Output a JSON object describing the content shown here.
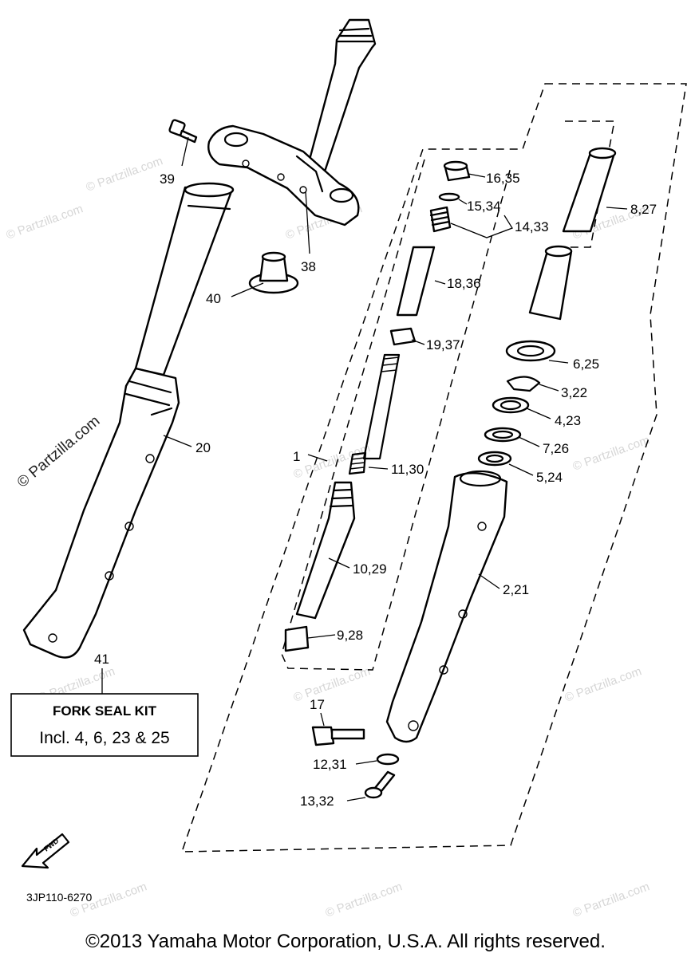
{
  "diagram_code": "3JP110-6270",
  "copyright": "©2013 Yamaha Motor Corporation, U.S.A. All rights reserved.",
  "watermark": "© Partzilla.com",
  "fwd_label": "FWD",
  "kit": {
    "number": "41",
    "title": "FORK SEAL KIT",
    "contents": "Incl. 4, 6, 23 & 25"
  },
  "callouts": {
    "c1": "1",
    "c2_21": "2,21",
    "c3_22": "3,22",
    "c4_23": "4,23",
    "c5_24": "5,24",
    "c6_25": "6,25",
    "c7_26": "7,26",
    "c8_27": "8,27",
    "c9_28": "9,28",
    "c10_29": "10,29",
    "c11_30": "11,30",
    "c12_31": "12,31",
    "c13_32": "13,32",
    "c14_33": "14,33",
    "c15_34": "15,34",
    "c16_35": "16,35",
    "c17": "17",
    "c18_36": "18,36",
    "c19_37": "19,37",
    "c20": "20",
    "c38": "38",
    "c39": "39",
    "c40": "40"
  }
}
